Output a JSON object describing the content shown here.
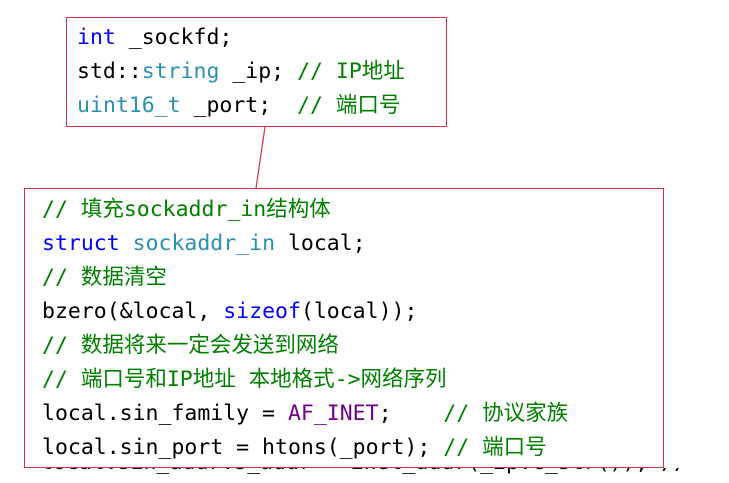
{
  "top_box": {
    "l1_type": "int",
    "l1_rest": " _sockfd;",
    "l2_ns": "std::",
    "l2_type": "string",
    "l2_var": " _ip; ",
    "l2_comment": "// IP地址",
    "l3_type": "uint16_t",
    "l3_var": " _port;  ",
    "l3_comment": "// 端口号"
  },
  "bottom_box": {
    "c1": "// 填充sockaddr_in结构体",
    "l2_kw": "struct",
    "l2_sp": " ",
    "l2_type": "sockaddr_in",
    "l2_rest": " local;",
    "c3": "// 数据清空",
    "l4_fn": "bzero",
    "l4_a": "(&local, ",
    "l4_kw": "sizeof",
    "l4_b": "(local));",
    "c5": "// 数据将来一定会发送到网络",
    "c6": "// 端口号和IP地址 本地格式->网络序列",
    "l7_a": "local.sin_family = ",
    "l7_macro": "AF_INET",
    "l7_b": ";    ",
    "l7_comment": "// 协议家族",
    "l8_a": "local.sin_port = htons(_port); ",
    "l8_comment": "// 端口号",
    "l9_partial": "local.sin_addr.s_addr = inet_addr(_ip.c_str()); // IP地址"
  },
  "colors": {
    "keyword": "#0000ff",
    "type": "#2b91af",
    "comment": "#008000",
    "macro": "#6f008a",
    "box_border": "#d2324b"
  }
}
